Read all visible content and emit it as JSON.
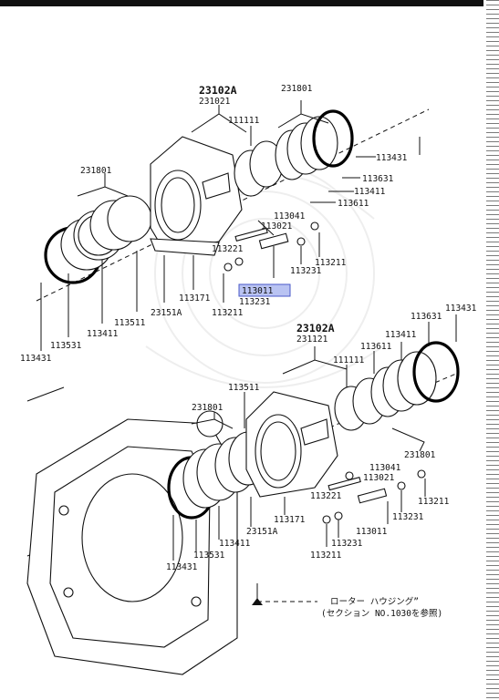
{
  "assembly_top": {
    "main_code": "23102A",
    "sub_code": "231021",
    "labels": {
      "p111111": "111111",
      "p231801_r": "231801",
      "p231801_l": "231801",
      "p113431_r": "113431",
      "p113631": "113631",
      "p113411_r": "113411",
      "p113611": "113611",
      "p113041": "113041",
      "p113021": "113021",
      "p113221": "113221",
      "p113211_r": "113211",
      "p113231_r": "113231",
      "p113011": "113011",
      "p113231_b": "113231",
      "p113211_b": "113211",
      "p113171": "113171",
      "p23151A": "23151A",
      "p113511": "113511",
      "p113411_l": "113411",
      "p113531": "113531",
      "p113431_l": "113431"
    }
  },
  "assembly_bottom": {
    "main_code": "23102A",
    "sub_code": "231121",
    "labels": {
      "p113431_r": "113431",
      "p113631": "113631",
      "p113411": "113411",
      "p113611": "113611",
      "p111111": "111111",
      "p113511": "113511",
      "p231801_l": "231801",
      "p231801_r": "231801",
      "p113041": "113041",
      "p113021": "113021",
      "p113221": "113221",
      "p113211_r": "113211",
      "p113231_r": "113231",
      "p113011": "113011",
      "p113231_b": "113231",
      "p113211_b": "113211",
      "p113171": "113171",
      "p23151A": "23151A",
      "p113411_l": "113411",
      "p113531": "113531",
      "p113431_l": "113431"
    }
  },
  "note": {
    "line1": "ローター ハウジング”",
    "line2": "(セクション NO.1030を参照)"
  },
  "highlight_color": "#b9c3f2"
}
